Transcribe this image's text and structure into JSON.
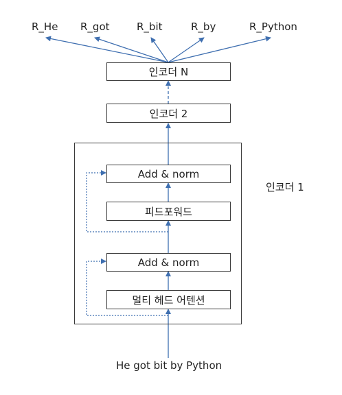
{
  "outputs": [
    "R_He",
    "R_got",
    "R_bit",
    "R_by",
    "R_Python"
  ],
  "encoder_n_label": "인코더 N",
  "encoder_2_label": "인코더 2",
  "encoder_1_label": "인코더 1",
  "add_norm_top_label": "Add & norm",
  "feed_forward_label": "피드포워드",
  "add_norm_bottom_label": "Add & norm",
  "multi_head_attention_label": "멀티 헤드 어텐션",
  "input_text": "He got bit by Python",
  "colors": {
    "arrow": "#3f6fb0",
    "border": "#3a3a3a"
  }
}
